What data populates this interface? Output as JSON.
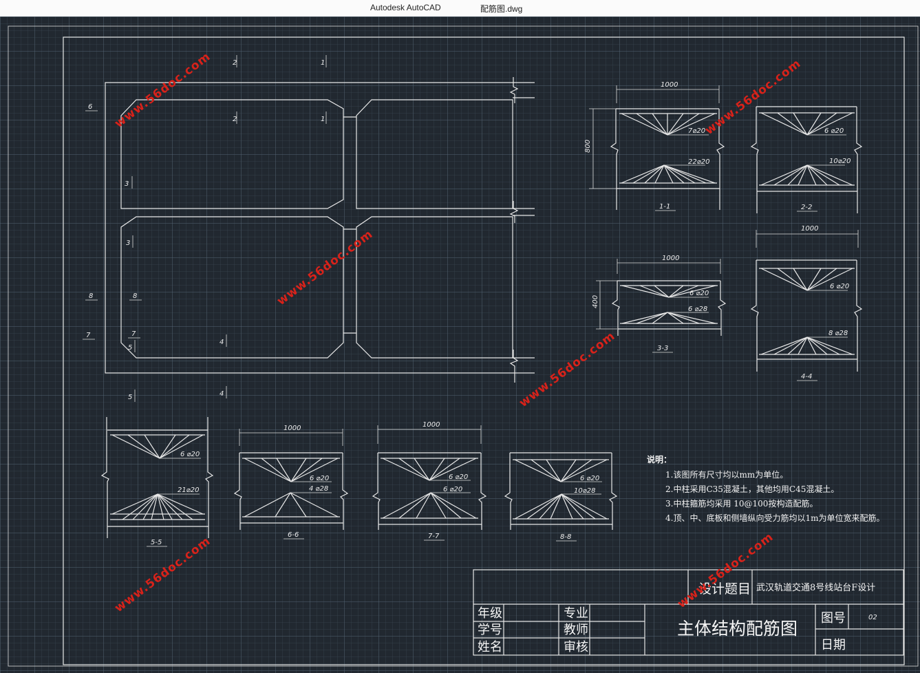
{
  "window": {
    "app_title": "Autodesk AutoCAD",
    "file_name": "配筋图.dwg"
  },
  "plan_labels": {
    "c2_top": "2",
    "c1_top": "1",
    "c2_mid": "2",
    "c1_mid": "1",
    "c6": "6",
    "c3_a": "3",
    "c3_b": "3",
    "c8_a": "8",
    "c8_b": "8",
    "c7_a": "7",
    "c7_b": "7",
    "c5_a": "5",
    "c5_b": "5",
    "c4_a": "4",
    "c4_b": "4"
  },
  "sections": {
    "s11": {
      "title": "1-1",
      "width": "1000",
      "height": "800",
      "top_bar": "7⌀20",
      "bottom_bar": "22⌀20"
    },
    "s22": {
      "title": "2-2",
      "top_bar": "6 ⌀20",
      "bottom_bar": "10⌀20"
    },
    "s33": {
      "title": "3-3",
      "width": "1000",
      "height": "400",
      "top_bar": "6 ⌀20",
      "bottom_bar": "6 ⌀28"
    },
    "s44": {
      "title": "4-4",
      "width": "1000",
      "top_bar": "6 ⌀20",
      "bottom_bar": "8 ⌀28"
    },
    "s55": {
      "title": "5-5",
      "top_bar": "6 ⌀20",
      "bottom_bar": "21⌀20"
    },
    "s66": {
      "title": "6-6",
      "width": "1000",
      "top_bar": "6 ⌀20",
      "bottom_bar": "4 ⌀28"
    },
    "s77": {
      "title": "7-7",
      "width": "1000",
      "top_bar": "6 ⌀20",
      "bottom_bar": "6 ⌀20"
    },
    "s88": {
      "title": "8-8",
      "top_bar": "6 ⌀20",
      "bottom_bar": "10⌀28"
    }
  },
  "notes": {
    "heading": "说明：",
    "items": [
      "1.该图所有尺寸均以mm为单位。",
      "2.中柱采用C35混凝土，其他均用C45混凝土。",
      "3.中柱箍筋均采用   10@100按构造配筋。",
      "4.顶、中、底板和侧墙纵向受力筋均以1m为单位宽来配筋。"
    ]
  },
  "title_block": {
    "design_topic_label": "设计题目",
    "design_topic": "武汉轨道交通8号线站台F设计",
    "grade": "年级",
    "student_id": "学号",
    "name": "姓名",
    "major": "专业",
    "teacher": "教师",
    "review": "审核",
    "drawing_title": "主体结构配筋图",
    "drawing_no_label": "图号",
    "drawing_no": "02",
    "date_label": "日期"
  },
  "watermark": "www.56doc.com"
}
